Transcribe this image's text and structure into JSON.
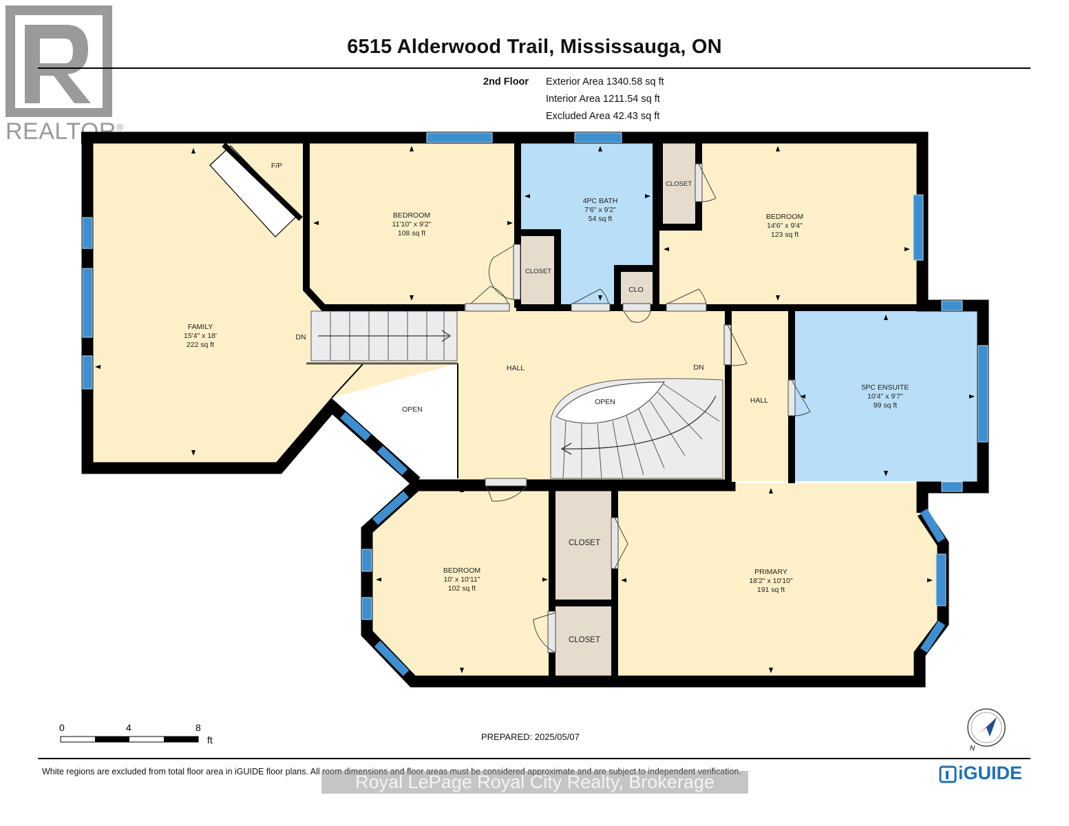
{
  "header": {
    "title": "6515 Alderwood Trail, Mississauga, ON",
    "floor_label": "2nd Floor",
    "exterior_area": "Exterior Area 1340.58 sq ft",
    "interior_area": "Interior Area 1211.54 sq ft",
    "excluded_area": "Excluded Area 42.43 sq ft"
  },
  "logo": {
    "text": "REALTOR",
    "mark": "®"
  },
  "rooms": {
    "family": {
      "name": "FAMILY",
      "dims": "15'4\" x 18'",
      "area": "222 sq ft"
    },
    "bedroom1": {
      "name": "BEDROOM",
      "dims": "11'10\" x 9'2\"",
      "area": "108 sq ft"
    },
    "bath": {
      "name": "4PC BATH",
      "dims": "7'6\" x 9'2\"",
      "area": "54 sq ft"
    },
    "bedroom2": {
      "name": "BEDROOM",
      "dims": "14'6\" x 9'4\"",
      "area": "123 sq ft"
    },
    "ensuite": {
      "name": "5PC ENSUITE",
      "dims": "10'4\" x 9'7\"",
      "area": "99 sq ft"
    },
    "bedroom3": {
      "name": "BEDROOM",
      "dims": "10' x 10'11\"",
      "area": "102 sq ft"
    },
    "primary": {
      "name": "PRIMARY",
      "dims": "18'2\" x 10'10\"",
      "area": "191 sq ft"
    }
  },
  "labels": {
    "fp": "F/P",
    "closet": "CLOSET",
    "clo": "CLO",
    "hall": "HALL",
    "open": "OPEN",
    "dn": "DN"
  },
  "scale": {
    "zero": "0",
    "four": "4",
    "eight": "8",
    "unit": "ft"
  },
  "prepared": "PREPARED: 2025/05/07",
  "disclaimer": "White regions are excluded from total floor area in iGUIDE floor plans. All room dimensions and floor areas must be considered approximate and are subject to independent verification.",
  "watermark": "Royal LePage Royal City Realty, Brokerage",
  "brand": "iGUIDE",
  "compass_label": "N",
  "colors": {
    "yellow": "#fdf0c8",
    "blue": "#b8dff7",
    "closet": "#e6dccd",
    "window": "#3d8fd0",
    "wall": "#000000"
  }
}
